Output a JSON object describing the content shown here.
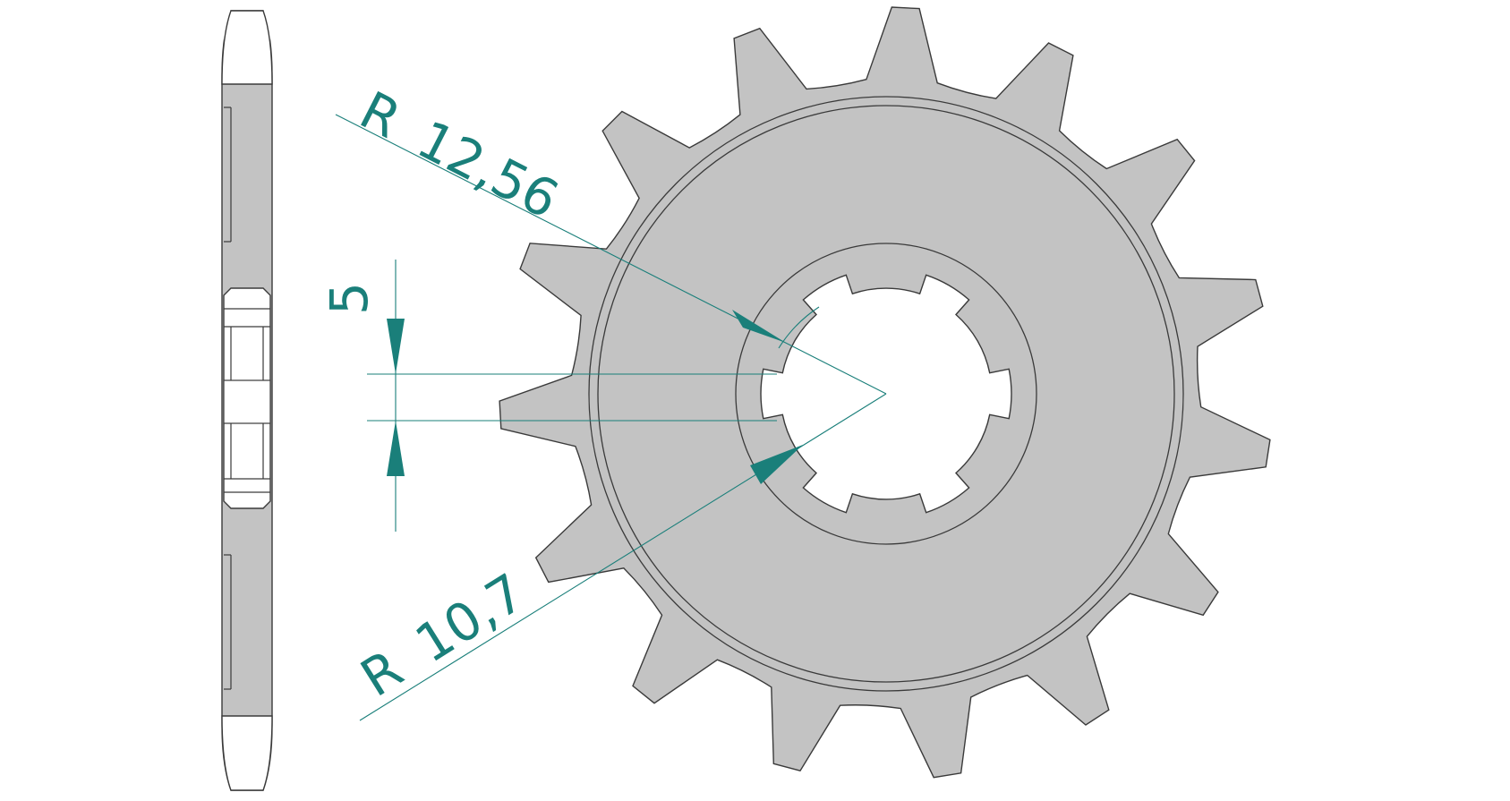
{
  "dimensions": {
    "outer_radius": {
      "prefix": "R",
      "value": "12,56"
    },
    "inner_radius": {
      "prefix": "R",
      "value": "10,7"
    },
    "slot_width": {
      "value": "5"
    }
  },
  "colors": {
    "part_fill": "#c3c3c3",
    "part_stroke": "#3a3a3a",
    "dimension": "#1a7f7a",
    "background": "#ffffff"
  },
  "part": {
    "teeth": 15,
    "spline_teeth": 6
  }
}
